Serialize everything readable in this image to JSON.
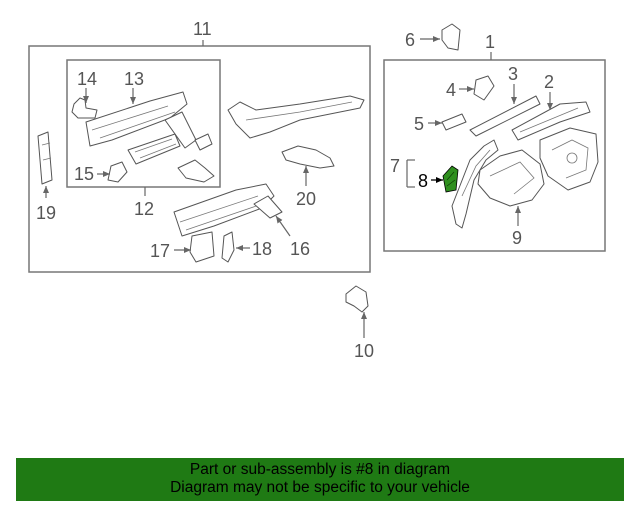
{
  "callouts": {
    "c1": "1",
    "c2": "2",
    "c3": "3",
    "c4": "4",
    "c5": "5",
    "c6": "6",
    "c7": "7",
    "c8": "8",
    "c9": "9",
    "c10": "10",
    "c11": "11",
    "c12": "12",
    "c13": "13",
    "c14": "14",
    "c15": "15",
    "c16": "16",
    "c17": "17",
    "c18": "18",
    "c19": "19",
    "c20": "20"
  },
  "highlighted_part": "8",
  "colors": {
    "highlight": "#2f8f1e",
    "banner_bg": "#1f7a14",
    "line": "#666666"
  },
  "banner": {
    "line1": "Part or sub-assembly is #8 in diagram",
    "line2": "Diagram may not be specific to your vehicle"
  }
}
